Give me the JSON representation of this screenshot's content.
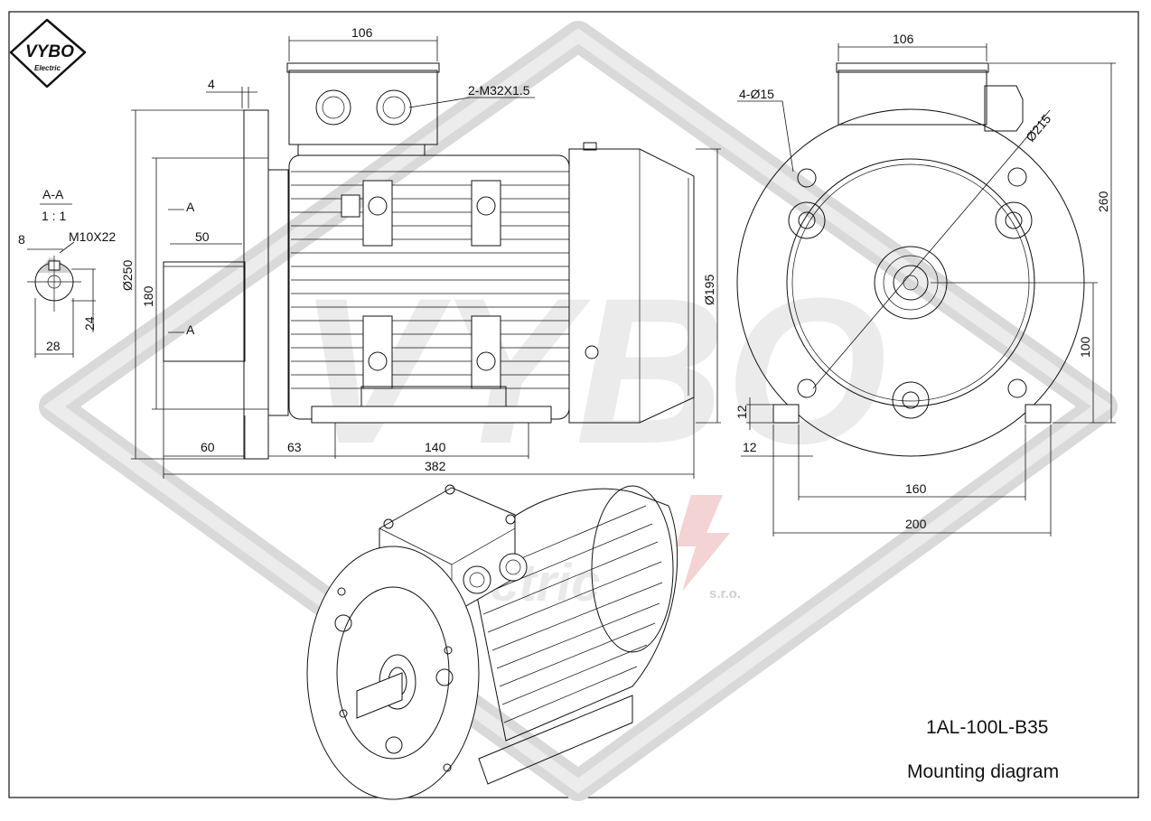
{
  "brand": {
    "logo_text": "VYBO",
    "logo_sub": "Electric",
    "watermark": "VYBO",
    "watermark_sub": "Electric",
    "watermark_suffix": "s.r.o."
  },
  "title_block": {
    "model": "1AL-100L-B35",
    "caption": "Mounting diagram"
  },
  "section": {
    "name": "A-A",
    "scale": "1 : 1",
    "keyway_width": "8",
    "thread": "M10X22",
    "key_height": "24",
    "shaft_diameter": "28"
  },
  "side_view": {
    "terminal_box_width": "106",
    "gland_thread": "2-M32X1.5",
    "flange_thickness": "4",
    "section_mark_top": "A",
    "section_mark_bottom": "A",
    "flange_diameter": "Ø250",
    "spigot_diameter": "180",
    "shaft_length": "50",
    "body_diameter": "Ø195",
    "dim_60": "60",
    "dim_63": "63",
    "dim_140": "140",
    "overall_length": "382"
  },
  "end_view": {
    "terminal_box_width": "106",
    "hole_callout": "4-Ø15",
    "pcd": "Ø215",
    "overall_height": "260",
    "shaft_height": "100",
    "foot_thickness": "12",
    "foot_edge": "12",
    "foot_hole_spacing": "160",
    "foot_width": "200"
  }
}
